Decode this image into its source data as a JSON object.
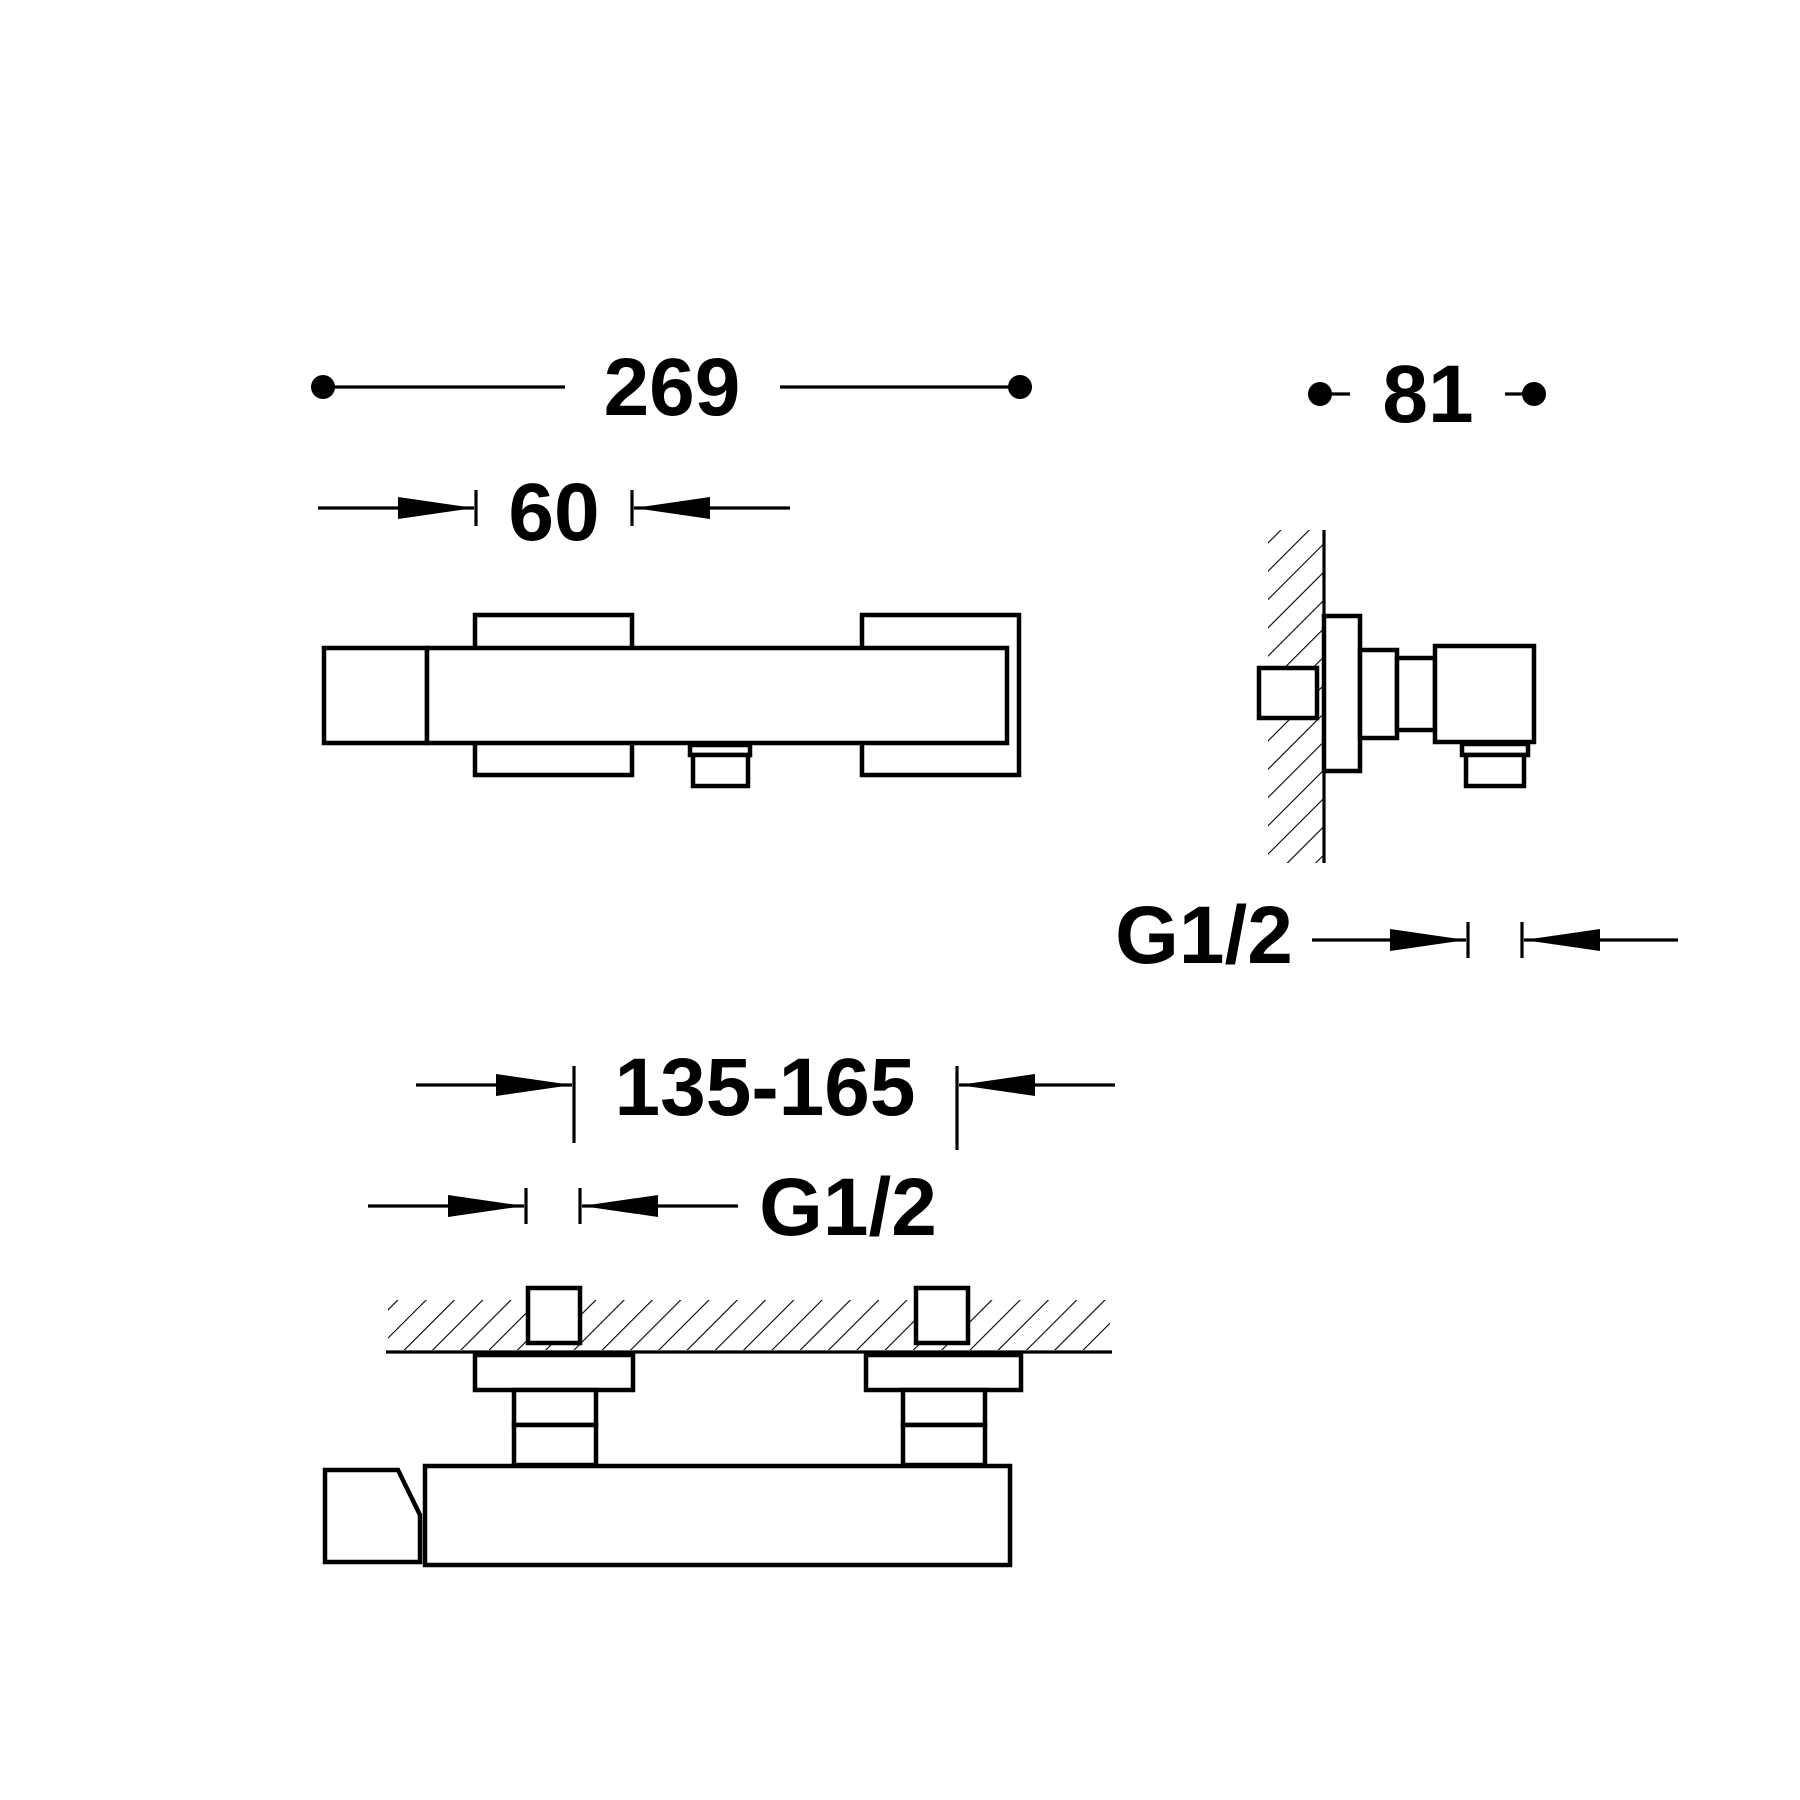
{
  "dimensions": {
    "overall_length": "269",
    "handle_width": "60",
    "depth": "81",
    "outlet_thread": "G1/2",
    "center_distance": "135-165",
    "inlet_thread": "G1/2"
  }
}
